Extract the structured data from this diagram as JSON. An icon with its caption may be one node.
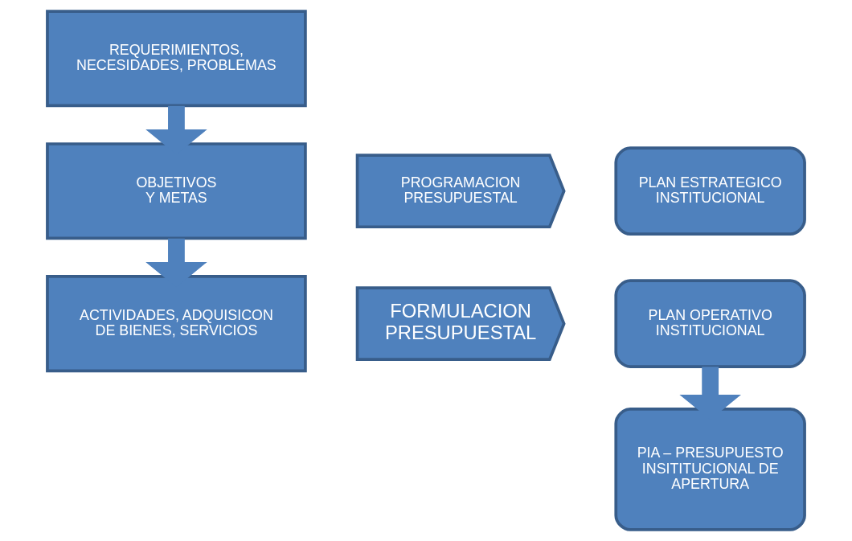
{
  "diagram": {
    "nodes": [
      {
        "text": [
          "REQUERIMIENTOS, NECESIDADES, PROBLEMAS"
        ]
      },
      {
        "text": [
          "OBJETIVOS",
          "Y METAS"
        ]
      },
      {
        "text": [
          "ACTIVIDADES, ADQUISICON DE BIENES, SERVICIOS"
        ]
      },
      {
        "text": [
          "PROGRAMACION PRESUPUESTAL"
        ]
      },
      {
        "text": [
          "PLAN ESTRATEGICO INSTITUCIONAL"
        ]
      },
      {
        "text": [
          "FORMULACION PRESUPUESTAL"
        ]
      },
      {
        "text": [
          "PLAN OPERATIVO INSTITUCIONAL"
        ]
      },
      {
        "text": [
          "PIA – PRESUPUESTO INSITITUCIONAL DE APERTURA"
        ]
      }
    ],
    "edges": [
      {
        "from": 0,
        "to": 1,
        "arrow": "to"
      },
      {
        "from": 1,
        "to": 2,
        "arrow": "to"
      },
      {
        "from": 6,
        "to": 7,
        "arrow": "to"
      }
    ]
  }
}
